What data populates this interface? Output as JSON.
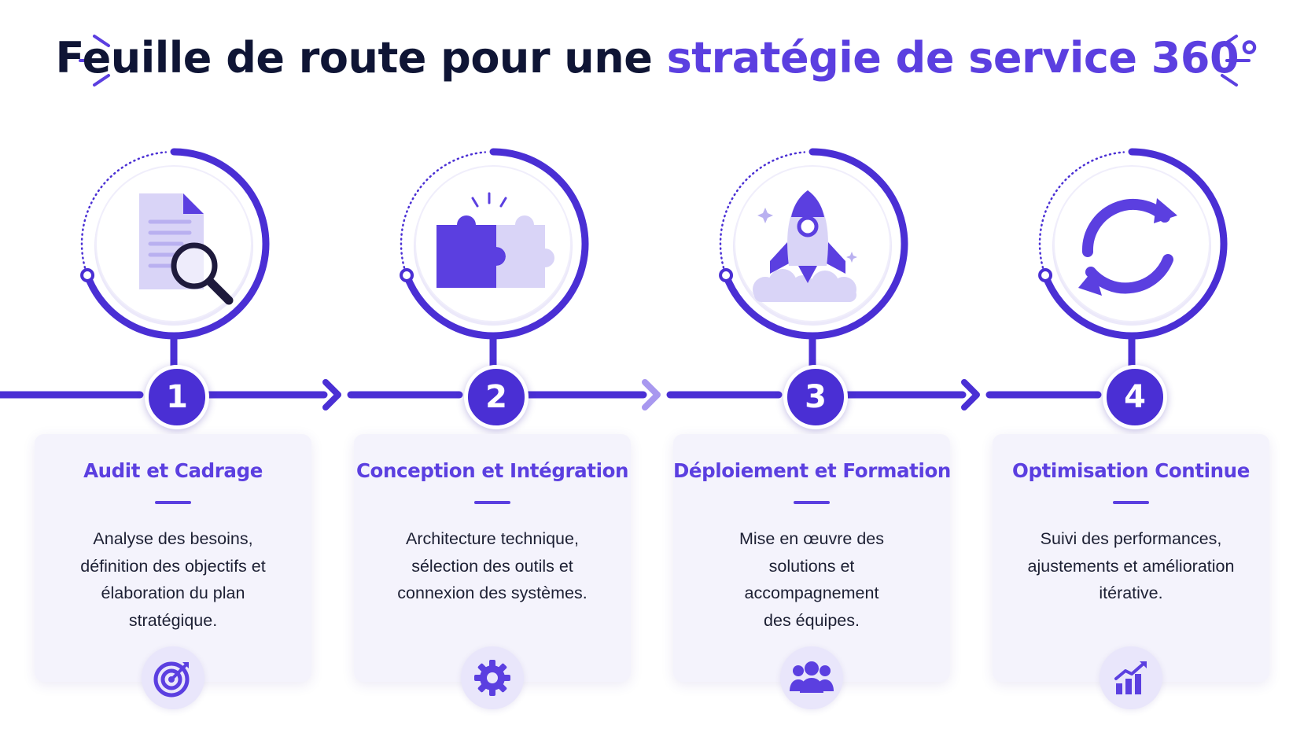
{
  "title": {
    "main": "Feuille de route pour une ",
    "accent": "stratégie de service 360°"
  },
  "colors": {
    "accent": "#5b3fe0",
    "dark": "#0f1535",
    "badge": "#4a2fd4",
    "card_bg": "#f4f3fc",
    "icon_light": "#d9d4f7"
  },
  "steps": [
    {
      "number": "1",
      "title": "Audit et Cadrage",
      "description": "Analyse des besoins, définition des objectifs et élaboration du plan stratégique.",
      "main_icon": "document-search-icon",
      "bottom_icon": "target-icon"
    },
    {
      "number": "2",
      "title": "Conception et Intégration",
      "description": "Architecture technique, sélection des outils et connexion des systèmes.",
      "main_icon": "puzzle-icon",
      "bottom_icon": "gear-icon"
    },
    {
      "number": "3",
      "title": "Déploiement et Formation",
      "description": "Mise en œuvre des solutions et accompagnement des équipes.",
      "main_icon": "rocket-icon",
      "bottom_icon": "team-icon"
    },
    {
      "number": "4",
      "title": "Optimisation Continue",
      "description": "Suivi des performances, ajustements et amélioration itérative.",
      "main_icon": "refresh-cycle-icon",
      "bottom_icon": "growth-chart-icon"
    }
  ]
}
